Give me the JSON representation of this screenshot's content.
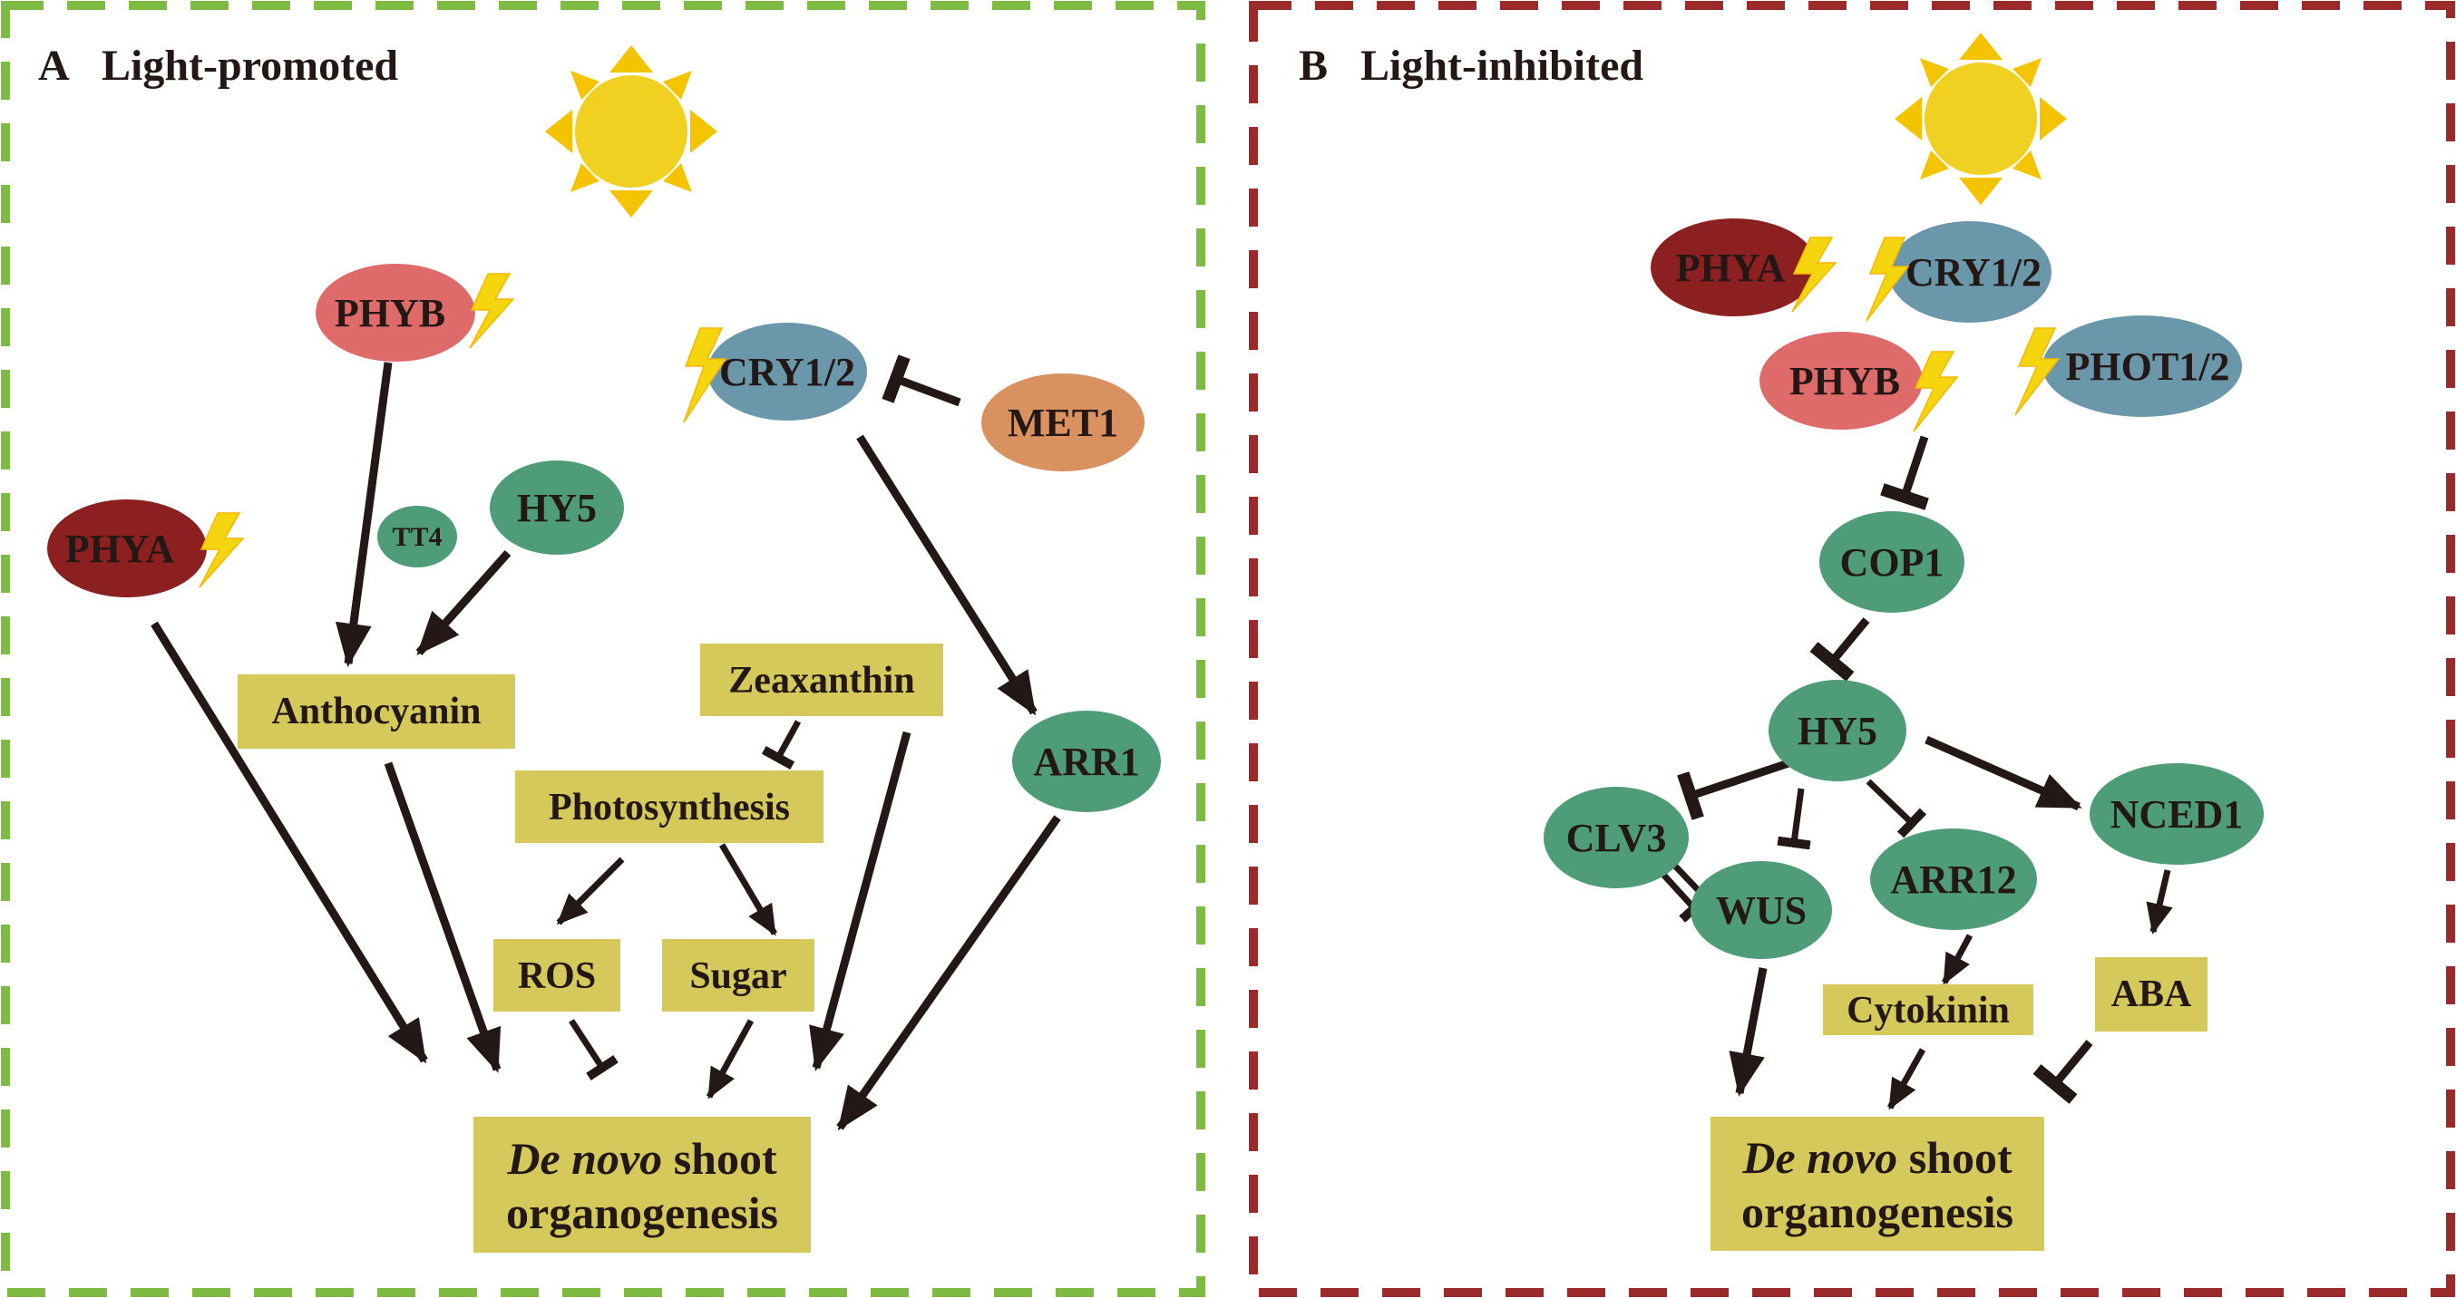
{
  "colors": {
    "panel_a_border": "#7dbb42",
    "panel_b_border": "#9b2a2a",
    "sun": "#f0d020",
    "sun_ray": "#f5c400",
    "bolt": "#f5d50e",
    "phya": "#8c1f1f",
    "phyb": "#de6a6a",
    "cryptochrome": "#6b97ab",
    "green_node": "#4f9c78",
    "met1": "#d9925f",
    "box": "#d4c95a",
    "arrow": "#231815"
  },
  "panel_a": {
    "title_letter": "A",
    "title": "Light-promoted",
    "nodes": {
      "phyb": "PHYB",
      "phya": "PHYA",
      "tt4": "TT4",
      "hy5": "HY5",
      "cry": "CRY1/2",
      "met1": "MET1",
      "arr1": "ARR1"
    },
    "boxes": {
      "anthocyanin": "Anthocyanin",
      "zeaxanthin": "Zeaxanthin",
      "photosynthesis": "Photosynthesis",
      "ros": "ROS",
      "sugar": "Sugar"
    },
    "target": {
      "italic": "De novo",
      "line1_rest": " shoot",
      "line2": "organogenesis"
    }
  },
  "panel_b": {
    "title_letter": "B",
    "title": "Light-inhibited",
    "nodes": {
      "phya": "PHYA",
      "cry": "CRY1/2",
      "phyb": "PHYB",
      "phot": "PHOT1/2",
      "cop1": "COP1",
      "hy5": "HY5",
      "clv3": "CLV3",
      "wus": "WUS",
      "arr12": "ARR12",
      "nced1": "NCED1"
    },
    "boxes": {
      "cytokinin": "Cytokinin",
      "aba": "ABA"
    },
    "target": {
      "italic": "De novo",
      "line1_rest": " shoot",
      "line2": "organogenesis"
    }
  }
}
